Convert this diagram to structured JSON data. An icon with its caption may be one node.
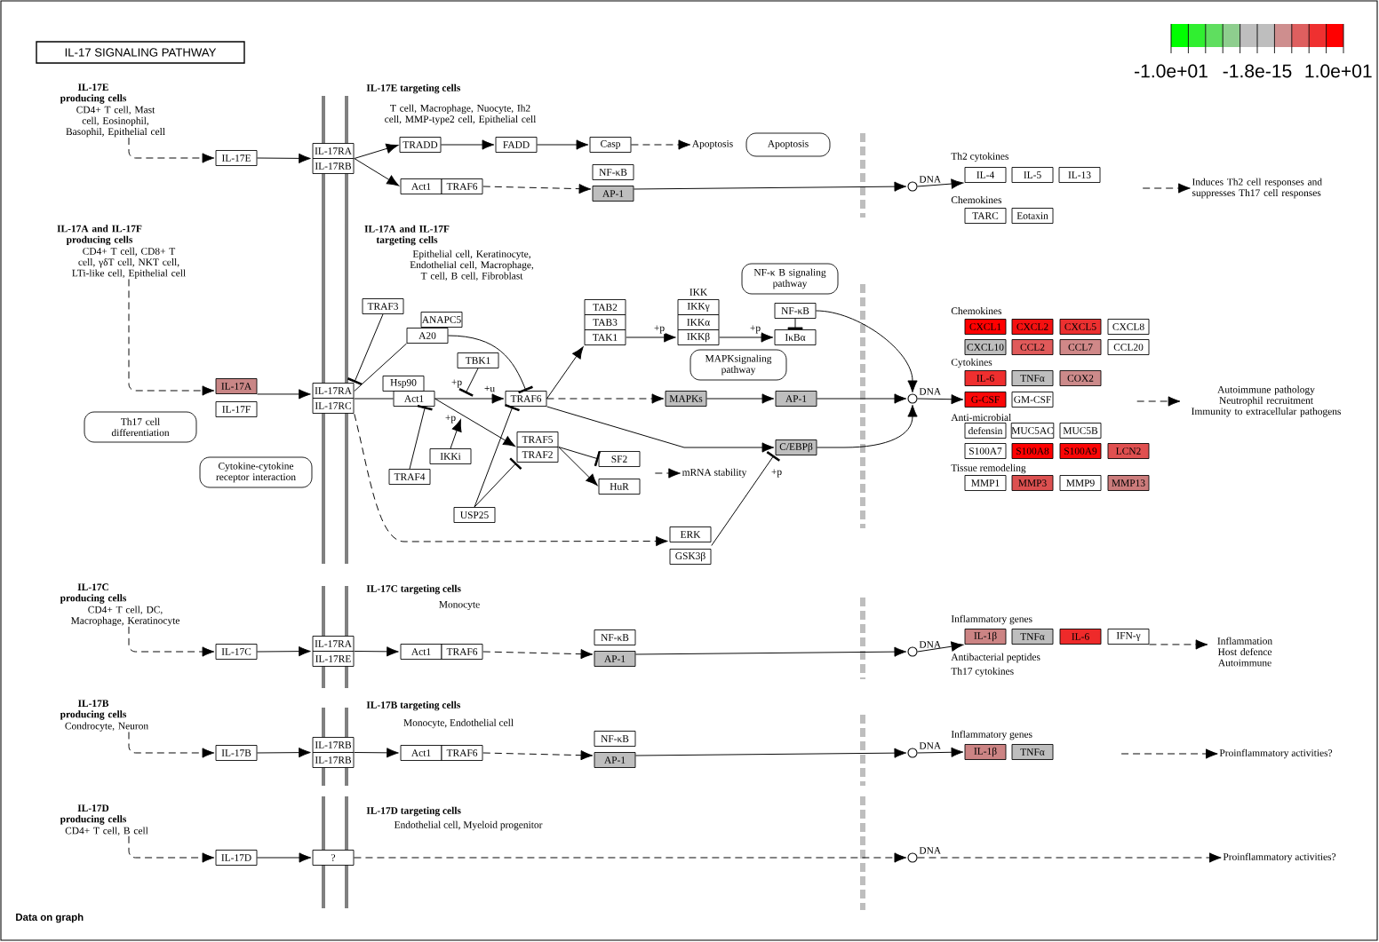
{
  "diagram": {
    "title": "IL-17 SIGNALING PATHWAY",
    "nodes": [
      {
        "text": [
          "IL-17E producing cells",
          "CD4+ T cell, Mast cell, Eosinophil, Basophil, Epithelial cell"
        ]
      },
      {
        "text": [
          "IL-17E"
        ]
      },
      {
        "text": [
          "IL-17RA",
          "IL-17RB"
        ]
      },
      {
        "text": [
          "TRADD"
        ]
      },
      {
        "text": [
          "FADD"
        ]
      },
      {
        "text": [
          "Casp"
        ]
      },
      {
        "text": [
          "Apoptosis"
        ]
      },
      {
        "text": [
          "Apoptosis"
        ]
      },
      {
        "text": [
          "Act1",
          "TRAF6"
        ]
      },
      {
        "text": [
          "NF-κB"
        ]
      },
      {
        "text": [
          "AP-1"
        ]
      },
      {
        "text": [],
        "shape": "circle",
        "beside": [
          "DNA"
        ]
      },
      {
        "text": [
          "IL-4"
        ]
      },
      {
        "text": [
          "IL-5"
        ]
      },
      {
        "text": [
          "IL-13"
        ]
      },
      {
        "text": [
          "TARC"
        ]
      },
      {
        "text": [
          "Eotaxin"
        ]
      },
      {
        "text": [
          "Induces Th2 cell responses and suppresses Th17 cell responses"
        ]
      },
      {
        "text": [
          "IL-17A and IL-17F producing cells",
          "CD4+ T cell, CD8+ T cell, γδT cell, NKT cell, LTi-like cell, Epithelial cell"
        ]
      },
      {
        "text": [
          "Th17 cell differentiation"
        ]
      },
      {
        "text": [
          "Cytokine-cytokine receptor interaction"
        ]
      },
      {
        "text": [
          "IL-17A"
        ]
      },
      {
        "text": [
          "IL-17F"
        ]
      },
      {
        "text": [
          "IL-17RA",
          "IL-17RC"
        ]
      },
      {
        "text": [
          "TRAF3"
        ]
      },
      {
        "text": [
          "ANAPC5"
        ]
      },
      {
        "text": [
          "A20"
        ]
      },
      {
        "text": [
          "TBK1"
        ]
      },
      {
        "text": [
          "Hsp90"
        ]
      },
      {
        "text": [
          "Act1"
        ]
      },
      {
        "text": [
          "TRAF6"
        ]
      },
      {
        "text": [
          "IKKi"
        ]
      },
      {
        "text": [
          "TRAF4"
        ]
      },
      {
        "text": [
          "TRAF5",
          "TRAF2"
        ]
      },
      {
        "text": [
          "USP25"
        ]
      },
      {
        "text": [
          "SF2"
        ]
      },
      {
        "text": [
          "HuR"
        ]
      },
      {
        "text": [
          "mRNA stability"
        ]
      },
      {
        "text": [
          "TAB2",
          "TAB3",
          "TAK1"
        ]
      },
      {
        "text": [
          "IKK",
          "IKKγ",
          "IKKα",
          "IKKβ"
        ]
      },
      {
        "text": [
          "NF-κ B signaling pathway"
        ]
      },
      {
        "text": [
          "NF-κB"
        ]
      },
      {
        "text": [
          "IκBα"
        ]
      },
      {
        "text": [
          "MAPKsignaling pathway"
        ]
      },
      {
        "text": [
          "MAPKs"
        ]
      },
      {
        "text": [
          "AP-1"
        ]
      },
      {
        "text": [
          "C/EBPβ"
        ]
      },
      {
        "text": [
          "ERK",
          "GSK3β"
        ]
      },
      {
        "text": [],
        "shape": "circle",
        "beside": [
          "DNA"
        ]
      },
      {
        "text": [
          "CXCL1"
        ]
      },
      {
        "text": [
          "CXCL2"
        ]
      },
      {
        "text": [
          "CXCL5"
        ]
      },
      {
        "text": [
          "CXCL8"
        ]
      },
      {
        "text": [
          "CXCL10"
        ]
      },
      {
        "text": [
          "CCL2"
        ]
      },
      {
        "text": [
          "CCL7"
        ]
      },
      {
        "text": [
          "CCL20"
        ]
      },
      {
        "text": [
          "IL-6"
        ]
      },
      {
        "text": [
          "TNFα"
        ]
      },
      {
        "text": [
          "COX2"
        ]
      },
      {
        "text": [
          "G-CSF"
        ]
      },
      {
        "text": [
          "GM-CSF"
        ]
      },
      {
        "text": [
          "defensin"
        ]
      },
      {
        "text": [
          "MUC5AC"
        ]
      },
      {
        "text": [
          "MUC5B"
        ]
      },
      {
        "text": [
          "S100A7"
        ]
      },
      {
        "text": [
          "S100A8"
        ]
      },
      {
        "text": [
          "S100A9"
        ]
      },
      {
        "text": [
          "LCN2"
        ]
      },
      {
        "text": [
          "MMP1"
        ]
      },
      {
        "text": [
          "MMP3"
        ]
      },
      {
        "text": [
          "MMP9"
        ]
      },
      {
        "text": [
          "MMP13"
        ]
      },
      {
        "text": [
          "Autoimmune pathology",
          "Neutrophil recruitment",
          "Immunity to extracellular pathogens"
        ]
      },
      {
        "text": [
          "IL-17C producing cells",
          "CD4+ T cell, DC, Macrophage, Keratinocyte"
        ]
      },
      {
        "text": [
          "IL-17C"
        ]
      },
      {
        "text": [
          "IL-17RA",
          "IL-17RE"
        ]
      },
      {
        "text": [
          "Act1",
          "TRAF6"
        ]
      },
      {
        "text": [
          "NF-κB"
        ]
      },
      {
        "text": [
          "AP-1"
        ]
      },
      {
        "text": [],
        "shape": "circle",
        "beside": [
          "DNA"
        ]
      },
      {
        "text": [
          "IL-1β"
        ]
      },
      {
        "text": [
          "TNFα"
        ]
      },
      {
        "text": [
          "IL-6"
        ]
      },
      {
        "text": [
          "IFN-γ"
        ]
      },
      {
        "text": [
          "Inflammation",
          "Host defence",
          "Autoimmune"
        ]
      },
      {
        "text": [
          "IL-17B producing cells",
          "Condrocyte, Neuron"
        ]
      },
      {
        "text": [
          "IL-17B"
        ]
      },
      {
        "text": [
          "IL-17RB",
          "IL-17RB"
        ]
      },
      {
        "text": [
          "Act1",
          "TRAF6"
        ]
      },
      {
        "text": [
          "NF-κB"
        ]
      },
      {
        "text": [
          "AP-1"
        ]
      },
      {
        "text": [],
        "shape": "circle",
        "beside": [
          "DNA"
        ]
      },
      {
        "text": [
          "IL-1β"
        ]
      },
      {
        "text": [
          "TNFα"
        ]
      },
      {
        "text": [
          "Proinflammatory activities?"
        ]
      },
      {
        "text": [
          "IL-17D producing cells",
          "CD4+ T cell, B cell"
        ]
      },
      {
        "text": [
          "IL-17D"
        ]
      },
      {
        "text": [
          "?"
        ]
      },
      {
        "text": [],
        "shape": "circle",
        "beside": [
          "DNA"
        ]
      },
      {
        "text": [
          "Proinflammatory activities?"
        ]
      }
    ],
    "edges": [
      {
        "from": 0,
        "to": 1,
        "arrow": "to",
        "style": "dashed"
      },
      {
        "from": 1,
        "to": 2,
        "arrow": "to"
      },
      {
        "from": 2,
        "to": 3,
        "arrow": "to"
      },
      {
        "from": 2,
        "to": 8,
        "arrow": "to"
      },
      {
        "from": 3,
        "to": 4,
        "arrow": "to"
      },
      {
        "from": 4,
        "to": 5,
        "arrow": "to"
      },
      {
        "from": 5,
        "to": 6,
        "arrow": "to",
        "style": "dashed"
      },
      {
        "from": 8,
        "to": 10,
        "arrow": "to",
        "style": "dashed"
      },
      {
        "from": 10,
        "to": 11,
        "arrow": "to"
      },
      {
        "from": 11,
        "to": 12,
        "arrow": "to"
      },
      {
        "from": null,
        "to": 17,
        "arrow": "to",
        "style": "dashed"
      },
      {
        "from": 18,
        "to": 21,
        "arrow": "to",
        "style": "dashed"
      },
      {
        "from": 21,
        "to": 23,
        "arrow": "to"
      },
      {
        "from": 24,
        "to": 23,
        "arrow": "other"
      },
      {
        "from": 23,
        "to": 26,
        "arrow": "none"
      },
      {
        "from": 26,
        "to": 30,
        "arrow": "other"
      },
      {
        "from": 23,
        "to": 29,
        "arrow": "none"
      },
      {
        "from": 29,
        "to": 30,
        "arrow": "to",
        "label": "+u"
      },
      {
        "from": 27,
        "to": null,
        "arrow": "other",
        "label": "+p"
      },
      {
        "from": 32,
        "to": 29,
        "arrow": "other"
      },
      {
        "from": 31,
        "to": null,
        "arrow": "to",
        "label": "+p"
      },
      {
        "from": 29,
        "to": 33,
        "arrow": "to"
      },
      {
        "from": 34,
        "to": 30,
        "arrow": "other"
      },
      {
        "from": 34,
        "to": 33,
        "arrow": "other"
      },
      {
        "from": 33,
        "to": 35,
        "arrow": "other"
      },
      {
        "from": 33,
        "to": 36,
        "arrow": "to"
      },
      {
        "from": null,
        "to": 37,
        "arrow": "to",
        "style": "dashed"
      },
      {
        "from": 30,
        "to": 38,
        "arrow": "to"
      },
      {
        "from": 38,
        "to": 39,
        "arrow": "to",
        "label": "+p"
      },
      {
        "from": 39,
        "to": 42,
        "arrow": "to",
        "label": "+p"
      },
      {
        "from": 41,
        "to": 42,
        "arrow": "other"
      },
      {
        "from": 41,
        "to": 48,
        "arrow": "to"
      },
      {
        "from": 30,
        "to": 44,
        "arrow": "to",
        "style": "dashed"
      },
      {
        "from": 44,
        "to": 45,
        "arrow": "to"
      },
      {
        "from": 45,
        "to": 48,
        "arrow": "to"
      },
      {
        "from": 30,
        "to": 46,
        "arrow": "to"
      },
      {
        "from": 46,
        "to": 48,
        "arrow": "to"
      },
      {
        "from": 23,
        "to": 47,
        "arrow": "to",
        "style": "dashed"
      },
      {
        "from": 47,
        "to": 46,
        "arrow": "other",
        "label": "+p"
      },
      {
        "from": 48,
        "to": 60,
        "arrow": "to"
      },
      {
        "from": null,
        "to": 73,
        "arrow": "to",
        "style": "dashed"
      },
      {
        "from": 74,
        "to": 75,
        "arrow": "to",
        "style": "dashed"
      },
      {
        "from": 75,
        "to": 76,
        "arrow": "to"
      },
      {
        "from": 76,
        "to": 77,
        "arrow": "to"
      },
      {
        "from": 77,
        "to": 79,
        "arrow": "to",
        "style": "dashed"
      },
      {
        "from": 79,
        "to": 80,
        "arrow": "to"
      },
      {
        "from": 80,
        "to": 81,
        "arrow": "to"
      },
      {
        "from": 84,
        "to": 85,
        "arrow": "to",
        "style": "dashed"
      },
      {
        "from": 86,
        "to": 87,
        "arrow": "to",
        "style": "dashed"
      },
      {
        "from": 87,
        "to": 88,
        "arrow": "to"
      },
      {
        "from": 88,
        "to": 89,
        "arrow": "to"
      },
      {
        "from": 89,
        "to": 91,
        "arrow": "to",
        "style": "dashed"
      },
      {
        "from": 91,
        "to": 92,
        "arrow": "to"
      },
      {
        "from": 92,
        "to": 93,
        "arrow": "to"
      },
      {
        "from": null,
        "to": 95,
        "arrow": "to",
        "style": "dashed"
      },
      {
        "from": 96,
        "to": 97,
        "arrow": "to",
        "style": "dashed"
      },
      {
        "from": 97,
        "to": 98,
        "arrow": "to"
      },
      {
        "from": 98,
        "to": 99,
        "arrow": "to",
        "style": "dashed"
      },
      {
        "from": 99,
        "to": 100,
        "arrow": "to",
        "style": "dashed"
      }
    ],
    "labels": [
      "IL-17E targeting cells",
      "T cell, Macrophage, Nuocyte, Ih2 cell, MMP-type2 cell, Epithelial cell",
      "Th2 cytokines",
      "Chemokines",
      "IL-17A and IL-17F targeting cells",
      "Epithelial cell, Keratinocyte, Endothelial cell, Macrophage, T cell, B cell, Fibroblast",
      "Chemokines",
      "Cytokines",
      "Anti-microbial",
      "Tissue remodeling",
      "IL-17C targeting cells",
      "Monocyte",
      "Inflammatory genes",
      "Antibacterial peptides",
      "Th17 cytokines",
      "IL-17B targeting cells",
      "Monocyte, Endothelial cell",
      "Inflammatory genes",
      "IL-17D targeting cells",
      "Endothelial cell, Myeloid progenitor",
      "Data on graph"
    ],
    "legend": [
      {
        "text": "-1.0e+01",
        "color": "#00ff00"
      },
      {
        "text": "-1.8e-15",
        "color": "#bebebe"
      },
      {
        "text": "1.0e+01",
        "color": "#ff0000"
      }
    ]
  }
}
